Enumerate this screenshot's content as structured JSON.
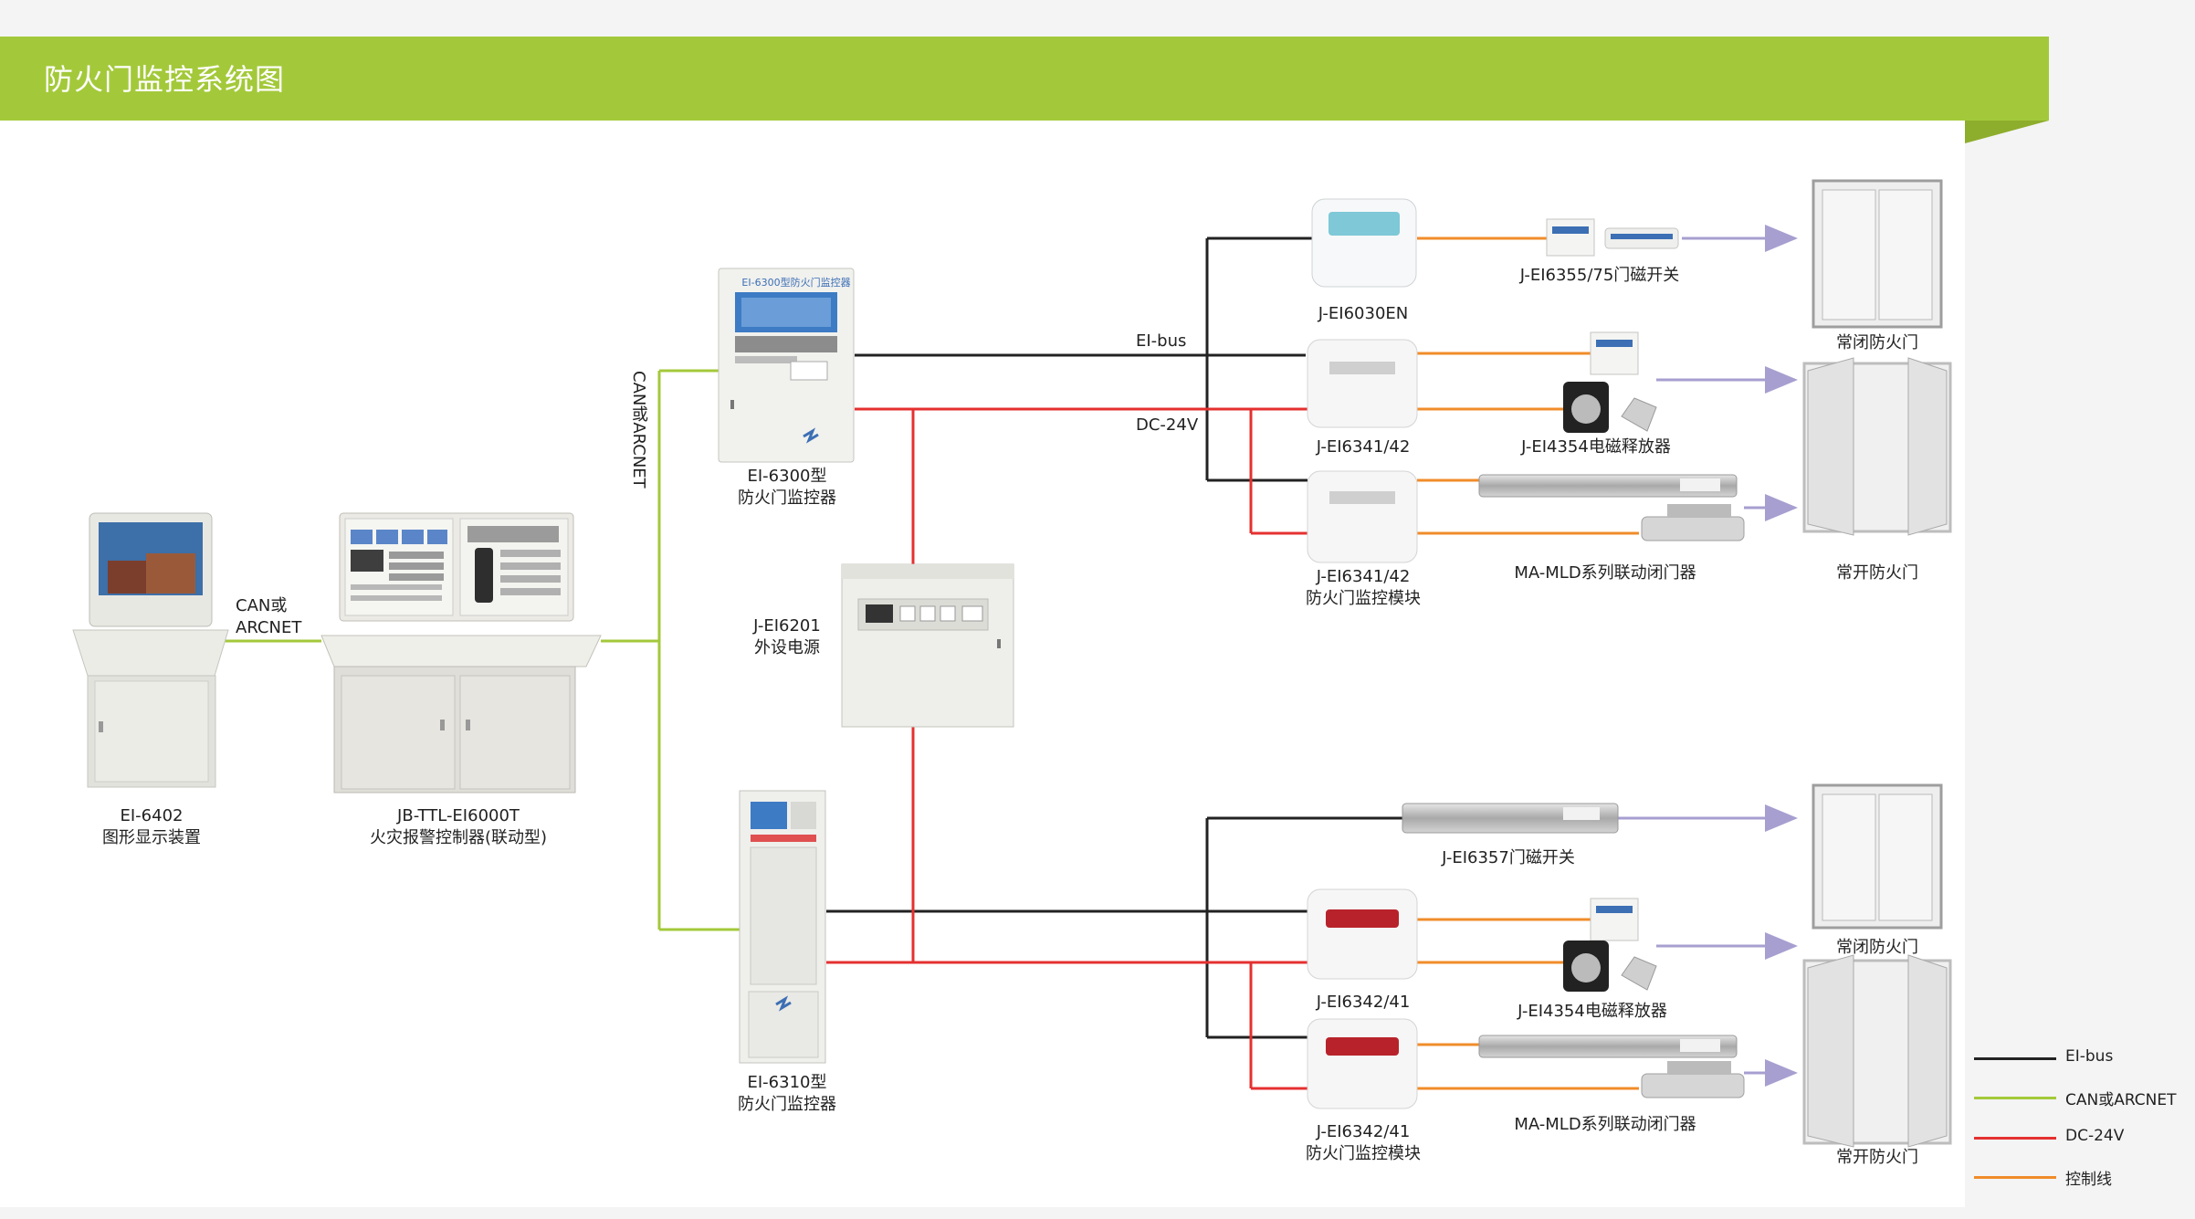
{
  "title": "防火门监控系统图",
  "colors": {
    "title_bar": "#a3c93a",
    "ei_bus": "#222222",
    "can_arcnet": "#a3c93a",
    "dc_24v": "#e53030",
    "control": "#f08c2a",
    "arrow": "#a79fd0"
  },
  "bus_labels": {
    "ei_bus": "EI-bus",
    "dc_24v": "DC-24V",
    "can_vertical": "CAN或ARCNET"
  },
  "devices": {
    "graphic_display": {
      "model": "EI-6402",
      "desc": "图形显示装置"
    },
    "can_link": {
      "line1": "CAN或",
      "line2": "ARCNET"
    },
    "fire_controller": {
      "model": "JB-TTL-EI6000T",
      "desc": "火灾报警控制器(联动型)"
    },
    "monitor_6300": {
      "model": "EI-6300型",
      "desc": "防火门监控器",
      "panel_title": "EI-6300型防火门监控器"
    },
    "power_supply": {
      "model": "J-EI6201",
      "desc": "外设电源"
    },
    "monitor_6310": {
      "model": "EI-6310型",
      "desc": "防火门监控器"
    },
    "module_6030": {
      "model": "J-EI6030EN"
    },
    "module_6341a": {
      "model": "J-EI6341/42"
    },
    "module_6341b": {
      "model": "J-EI6341/42",
      "desc": "防火门监控模块"
    },
    "module_6342a": {
      "model": "J-EI6342/41"
    },
    "module_6342b": {
      "model": "J-EI6342/41",
      "desc": "防火门监控模块"
    },
    "switch_6355": {
      "label": "J-EI6355/75门磁开关"
    },
    "release_4354a": {
      "label": "J-EI4354电磁释放器"
    },
    "closer_a": {
      "label": "MA-MLD系列联动闭门器"
    },
    "switch_6357": {
      "label": "J-EI6357门磁开关"
    },
    "release_4354b": {
      "label": "J-EI4354电磁释放器"
    },
    "closer_b": {
      "label": "MA-MLD系列联动闭门器"
    },
    "door_closed_1": {
      "label": "常闭防火门"
    },
    "door_open_1": {
      "label": "常开防火门"
    },
    "door_closed_2": {
      "label": "常闭防火门"
    },
    "door_open_2": {
      "label": "常开防火门"
    }
  },
  "legend": [
    {
      "label": "EI-bus",
      "color": "#222222"
    },
    {
      "label": "CAN或ARCNET",
      "color": "#a3c93a"
    },
    {
      "label": "DC-24V",
      "color": "#e53030"
    },
    {
      "label": "控制线",
      "color": "#f08c2a"
    }
  ]
}
